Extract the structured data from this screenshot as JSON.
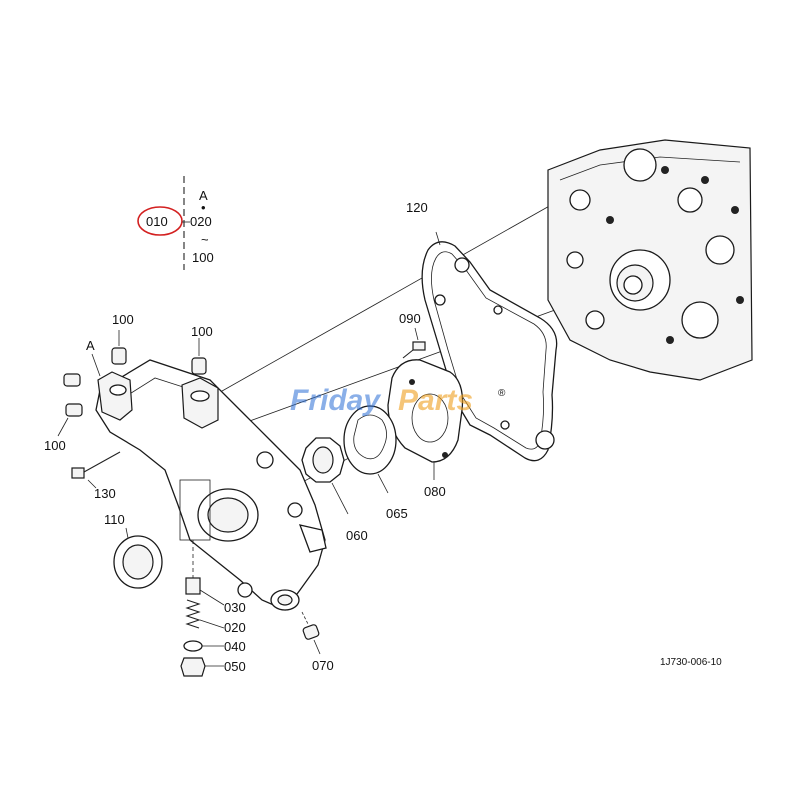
{
  "legend": {
    "ref_mark": "A",
    "dot": "•",
    "circled_part": "010",
    "range_start": "020",
    "tilde": "~",
    "range_end": "100"
  },
  "labels": {
    "p120": "120",
    "p090": "090",
    "p100_top_left": "100",
    "p100_top_right": "100",
    "p100_left": "100",
    "ref_a": "A",
    "p130": "130",
    "p110": "110",
    "p060": "060",
    "p065": "065",
    "p080": "080",
    "p030": "030",
    "p020": "020",
    "p040": "040",
    "p050": "050",
    "p070": "070"
  },
  "diagram_code": "1J730-006-10",
  "watermark": {
    "part1": "Friday",
    "part2": "Parts",
    "reg": "®"
  },
  "colors": {
    "circle": "#d32020",
    "watermark_blue": "#2b6fd6",
    "watermark_orange": "#f0a020"
  }
}
